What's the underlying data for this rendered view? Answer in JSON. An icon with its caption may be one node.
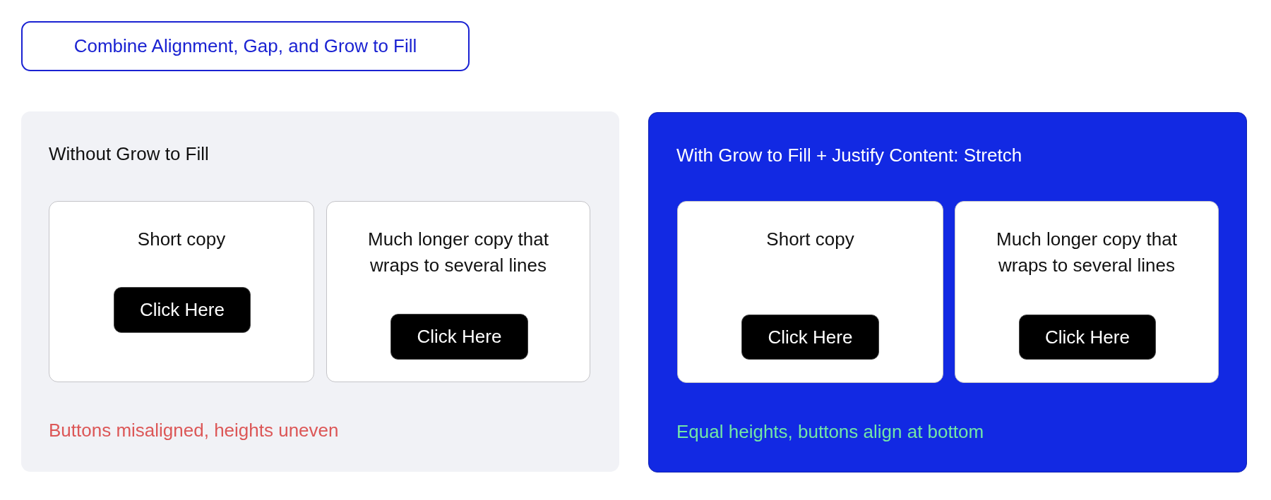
{
  "diagram": {
    "nodes": [
      {
        "text": [
          "Combine Alignment, Gap, and Grow to Fill"
        ]
      },
      {
        "text": [
          "Without Grow to Fill",
          "Buttons misaligned, heights uneven"
        ]
      },
      {
        "text": [
          "Short copy"
        ],
        "in": 1
      },
      {
        "text": [
          "Click Here"
        ],
        "in": 2
      },
      {
        "text": [
          "Much longer copy that wraps to several lines"
        ],
        "in": 1
      },
      {
        "text": [
          "Click Here"
        ],
        "in": 4
      },
      {
        "text": [
          "With Grow to Fill + Justify Content: Stretch",
          "Equal heights, buttons align at bottom"
        ]
      },
      {
        "text": [
          "Short copy"
        ],
        "in": 6
      },
      {
        "text": [
          "Click Here"
        ],
        "in": 7
      },
      {
        "text": [
          "Much longer copy that wraps to several lines"
        ],
        "in": 6
      },
      {
        "text": [
          "Click Here"
        ],
        "in": 9
      }
    ]
  }
}
